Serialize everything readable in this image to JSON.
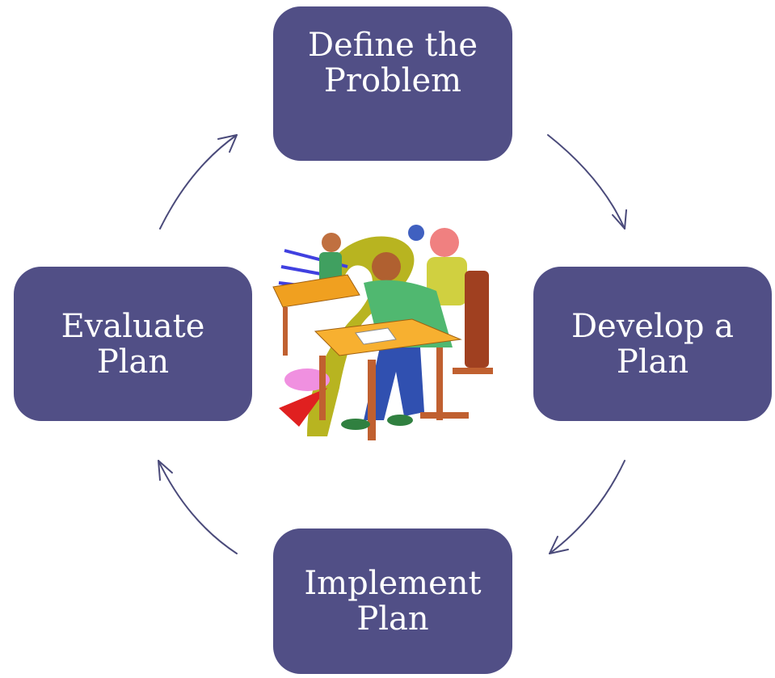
{
  "diagram": {
    "type": "cycle",
    "colors": {
      "node_fill": "#514f86",
      "node_text": "#ffffff",
      "arrow": "#4a4a7a"
    },
    "nodes": {
      "top": "Define the\nProblem",
      "right": "Develop a\nPlan",
      "bottom": "Implement\nPlan",
      "left": "Evaluate\nPlan"
    },
    "center_image": "students-writing-at-desks-clipart",
    "connections": [
      {
        "from": "top",
        "to": "right"
      },
      {
        "from": "right",
        "to": "bottom"
      },
      {
        "from": "bottom",
        "to": "left"
      },
      {
        "from": "left",
        "to": "top"
      }
    ]
  }
}
